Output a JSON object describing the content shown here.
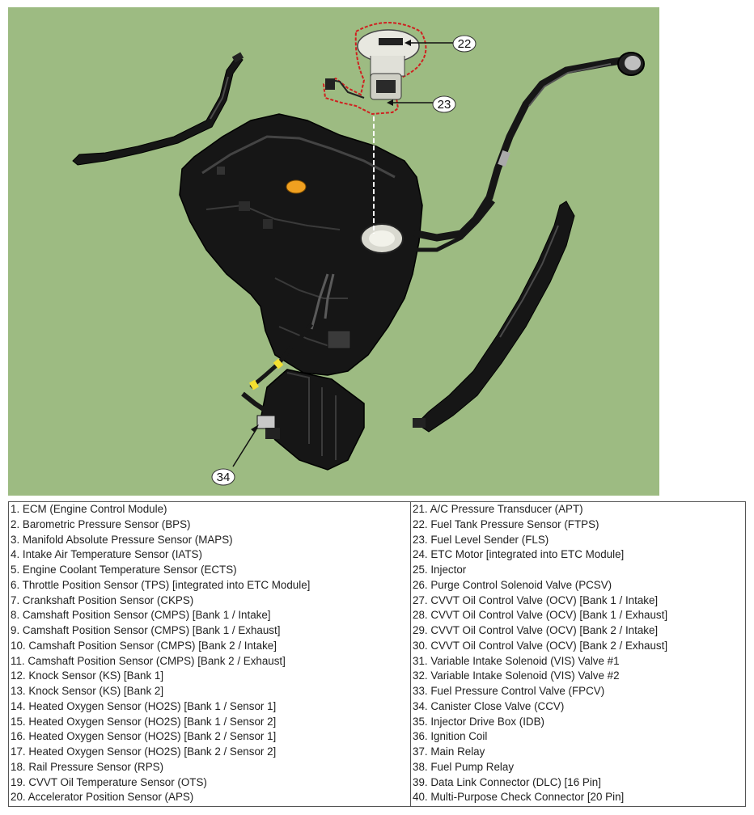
{
  "figure": {
    "callouts": [
      {
        "id": "22",
        "label": "22"
      },
      {
        "id": "23",
        "label": "23"
      },
      {
        "id": "34",
        "label": "34"
      }
    ],
    "colors": {
      "background": "#9dbb82",
      "part_black": "#161616",
      "part_highlight": "#3d3d3d",
      "filler_cap": "#f0a020",
      "callout_outline": "#d02020",
      "connector_yellow": "#f4e030"
    }
  },
  "legend": {
    "left_column": [
      "1. ECM (Engine Control Module)",
      "2. Barometric Pressure Sensor (BPS)",
      "3. Manifold Absolute Pressure Sensor (MAPS)",
      "4. Intake Air Temperature Sensor (IATS)",
      "5. Engine Coolant Temperature Sensor (ECTS)",
      "6. Throttle Position Sensor (TPS) [integrated into ETC Module]",
      "7. Crankshaft Position Sensor (CKPS)",
      "8. Camshaft Position Sensor (CMPS) [Bank 1 / Intake]",
      "9. Camshaft Position Sensor (CMPS) [Bank 1 / Exhaust]",
      "10. Camshaft Position Sensor (CMPS) [Bank 2 / Intake]",
      "11. Camshaft Position Sensor (CMPS) [Bank 2 / Exhaust]",
      "12. Knock Sensor (KS) [Bank 1]",
      "13. Knock Sensor (KS) [Bank 2]",
      "14. Heated Oxygen Sensor (HO2S) [Bank 1 / Sensor 1]",
      "15. Heated Oxygen Sensor (HO2S) [Bank 1 / Sensor 2]",
      "16. Heated Oxygen Sensor (HO2S) [Bank 2 / Sensor 1]",
      "17. Heated Oxygen Sensor (HO2S) [Bank 2 / Sensor 2]",
      "18. Rail Pressure Sensor (RPS)",
      "19. CVVT Oil Temperature Sensor (OTS)",
      "20. Accelerator Position Sensor (APS)"
    ],
    "right_column": [
      "21. A/C Pressure Transducer (APT)",
      "22. Fuel Tank Pressure Sensor (FTPS)",
      "23. Fuel Level Sender (FLS)",
      "24. ETC Motor [integrated into ETC Module]",
      "25. Injector",
      "26. Purge Control Solenoid Valve (PCSV)",
      "27. CVVT Oil Control Valve (OCV) [Bank 1 / Intake]",
      "28. CVVT Oil Control Valve (OCV) [Bank 1 / Exhaust]",
      "29. CVVT Oil Control Valve (OCV) [Bank 2 / Intake]",
      "30. CVVT Oil Control Valve (OCV) [Bank 2 / Exhaust]",
      "31. Variable Intake Solenoid (VIS) Valve #1",
      "32. Variable Intake Solenoid (VIS) Valve #2",
      "33. Fuel Pressure Control Valve (FPCV)",
      "34. Canister Close Valve (CCV)",
      "35. Injector Drive Box (IDB)",
      "36. Ignition Coil",
      "37. Main Relay",
      "38. Fuel Pump Relay",
      "39. Data Link Connector (DLC) [16 Pin]",
      "40. Multi-Purpose Check Connector [20 Pin]"
    ]
  }
}
